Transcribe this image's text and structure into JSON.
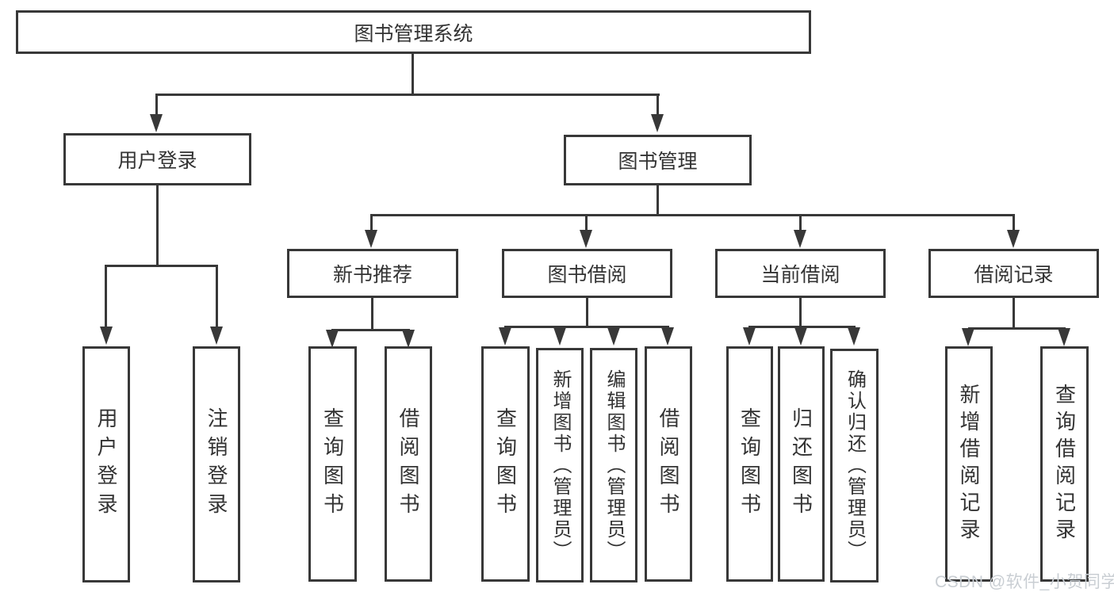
{
  "colors": {
    "line": "#383838",
    "text": "#333333",
    "watermark_text": "#c9ced3",
    "background": "#ffffff"
  },
  "watermark": {
    "text": "CSDN @软件_小贺同学"
  },
  "nodes": {
    "root": {
      "label": "图书管理系统"
    },
    "user_login": {
      "label": "用户登录",
      "children": [
        {
          "label": "用户登录"
        },
        {
          "label": "注销登录"
        }
      ]
    },
    "book_management": {
      "label": "图书管理",
      "children": [
        {
          "label": "新书推荐",
          "children": [
            {
              "label": "查询图书"
            },
            {
              "label": "借阅图书"
            }
          ]
        },
        {
          "label": "图书借阅",
          "children": [
            {
              "label": "查询图书"
            },
            {
              "label": "新增图书（管理员）"
            },
            {
              "label": "编辑图书（管理员）"
            },
            {
              "label": "借阅图书"
            }
          ]
        },
        {
          "label": "当前借阅",
          "children": [
            {
              "label": "查询图书"
            },
            {
              "label": "归还图书"
            },
            {
              "label": "确认归还（管理员）"
            }
          ]
        },
        {
          "label": "借阅记录",
          "children": [
            {
              "label": "新增借阅记录"
            },
            {
              "label": "查询借阅记录"
            }
          ]
        }
      ]
    }
  }
}
